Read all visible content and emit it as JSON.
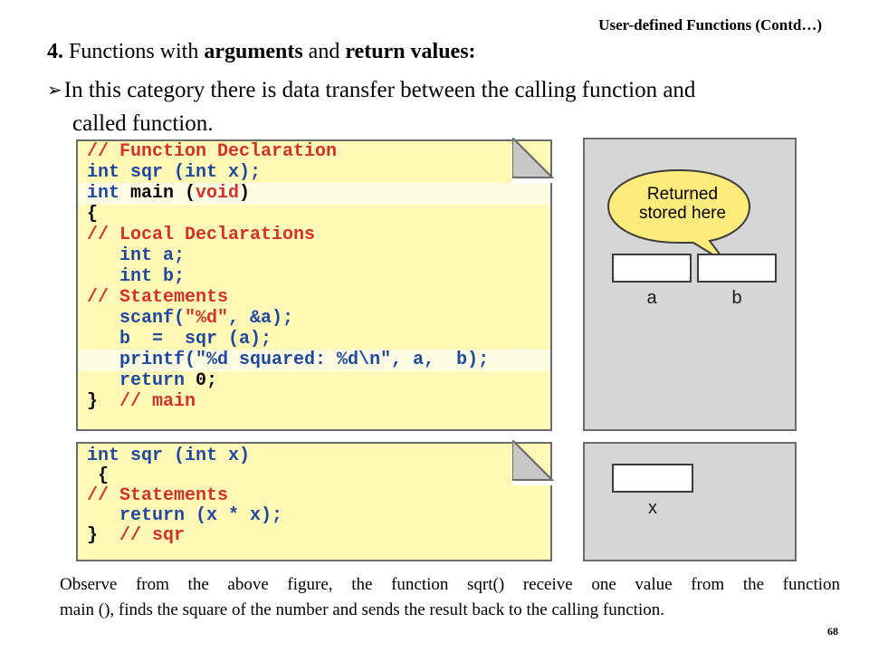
{
  "header": "User-defined Functions (Contd…)",
  "heading": {
    "number": "4.",
    "t1": " Functions with ",
    "b1": "arguments",
    "t2": " and ",
    "b2": "return values:"
  },
  "bullet": {
    "arrow": "➢",
    "line1": "In this category there is data transfer between the calling function and",
    "line2": "called function."
  },
  "main_code": {
    "lines": [
      [
        {
          "t": "// Function Declaration",
          "c": "c-red"
        }
      ],
      [
        {
          "t": "int ",
          "c": "c-blue"
        },
        {
          "t": "sqr (",
          "c": "c-blue"
        },
        {
          "t": "int ",
          "c": "c-blue"
        },
        {
          "t": "x);",
          "c": "c-blue"
        }
      ],
      [
        {
          "t": "int ",
          "c": "c-blue"
        },
        {
          "t": "main (",
          "c": "c-dark"
        },
        {
          "t": "void",
          "c": "c-or"
        },
        {
          "t": ")",
          "c": "c-dark"
        }
      ],
      [
        {
          "t": "{",
          "c": "c-dark"
        }
      ],
      [
        {
          "t": "// Local Declarations",
          "c": "c-red"
        }
      ],
      [
        {
          "t": "   int a;",
          "c": "c-blue"
        }
      ],
      [
        {
          "t": "   int b;",
          "c": "c-blue"
        }
      ],
      [
        {
          "t": "// Statements",
          "c": "c-red"
        }
      ],
      [
        {
          "t": "   scanf(",
          "c": "c-blue"
        },
        {
          "t": "\"%d\"",
          "c": "c-red"
        },
        {
          "t": ", &a);",
          "c": "c-blue"
        }
      ],
      [
        {
          "t": "   b  =  sqr (a);",
          "c": "c-blue"
        }
      ],
      [
        {
          "t": "   printf(",
          "c": "c-blue"
        },
        {
          "t": "\"%d squared: %d\\n\"",
          "c": "c-blue"
        },
        {
          "t": ", a,  b);",
          "c": "c-blue"
        }
      ],
      [
        {
          "t": "   return ",
          "c": "c-blue"
        },
        {
          "t": "0;",
          "c": "c-dark"
        }
      ],
      [
        {
          "t": "}  ",
          "c": "c-dark"
        },
        {
          "t": "// main",
          "c": "c-red"
        }
      ]
    ]
  },
  "sqr_code": {
    "lines": [
      [
        {
          "t": "int ",
          "c": "c-blue"
        },
        {
          "t": "sqr (",
          "c": "c-blue"
        },
        {
          "t": "int ",
          "c": "c-blue"
        },
        {
          "t": "x)",
          "c": "c-blue"
        }
      ],
      [
        {
          "t": " {",
          "c": "c-dark"
        }
      ],
      [
        {
          "t": "// Statements",
          "c": "c-red"
        }
      ],
      [
        {
          "t": "   return (x * x);",
          "c": "c-blue"
        }
      ],
      [
        {
          "t": "}  ",
          "c": "c-dark"
        },
        {
          "t": "// sqr",
          "c": "c-red"
        }
      ]
    ]
  },
  "bubble": {
    "line1": "Returned",
    "line2": "stored here"
  },
  "cells": {
    "a": "a",
    "b": "b",
    "x": "x"
  },
  "caption": {
    "line1": "Observe from the above figure, the function sqrt() receive one value from the function",
    "line2": "main (), finds the square of the number and sends the result back to the calling function."
  },
  "page_number": "68",
  "colors": {
    "code_bg": "#fff9b5",
    "highlight": "#fdfbe1",
    "memory_bg": "#d6d6d6",
    "bubble": "#ffec7a",
    "comment": "#d6302a",
    "keyword": "#1e49a2"
  }
}
